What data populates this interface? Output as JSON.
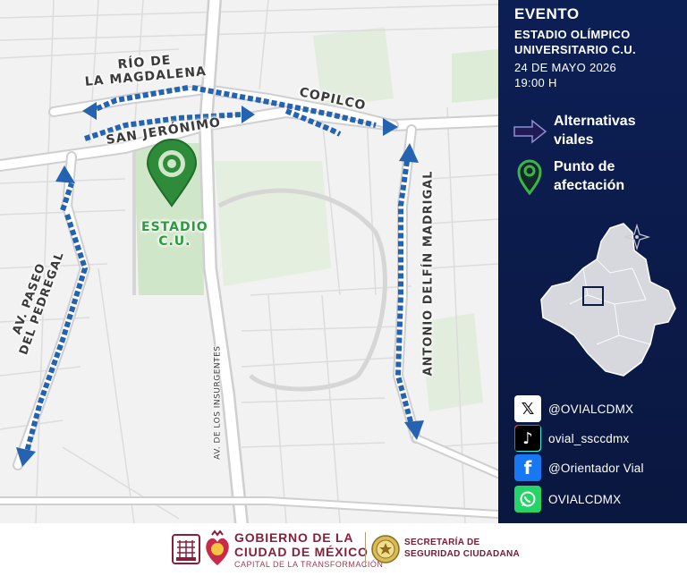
{
  "map": {
    "labels": {
      "rio_magdalena_1": "RÍO DE",
      "rio_magdalena_2": "LA MAGDALENA",
      "copilco": "COPILCO",
      "san_jeronimo": "SAN JERÓNIMO",
      "estadio_1": "ESTADIO",
      "estadio_2": "C.U.",
      "paseo_pedregal_1": "AV. PASEO",
      "paseo_pedregal_2": "DEL PEDREGAL",
      "insurgentes": "AV. DE LOS INSURGENTES",
      "delfin_madrigal": "ANTONIO DELFÍN MADRIGAL"
    },
    "colors": {
      "route_arrows": "#2563b0",
      "pin": "#2e8b3a",
      "stadium_label": "#2e9a3f"
    }
  },
  "event": {
    "title": "EVENTO",
    "venue_line1": "ESTADIO OLÍMPICO",
    "venue_line2": "UNIVERSITARIO C.U.",
    "date": "24 DE MAYO 2026",
    "time": "19:00 H"
  },
  "legend": {
    "alternativas_1": "Alternativas",
    "alternativas_2": "viales",
    "punto_1": "Punto de",
    "punto_2": "afectación",
    "alternativas_icon": "arrow-right-icon",
    "punto_icon": "location-pin-icon"
  },
  "socials": [
    {
      "icon": "x-icon",
      "handle": "@OVIALCDMX"
    },
    {
      "icon": "tiktok-icon",
      "handle": "ovial_ssccdmx"
    },
    {
      "icon": "facebook-icon",
      "handle": "@Orientador Vial"
    },
    {
      "icon": "whatsapp-icon",
      "handle": "OVIALCDMX"
    }
  ],
  "footer": {
    "gob_line1": "GOBIERNO DE LA",
    "gob_line2": "CIUDAD DE MÉXICO",
    "gob_line3": "CAPITAL DE LA TRANSFORMACIÓN",
    "ssc_line1": "SECRETARÍA DE",
    "ssc_line2": "SEGURIDAD CIUDADANA",
    "colors": {
      "gob": "#8a1d3a",
      "ssc_seal": "#b8962e"
    }
  }
}
